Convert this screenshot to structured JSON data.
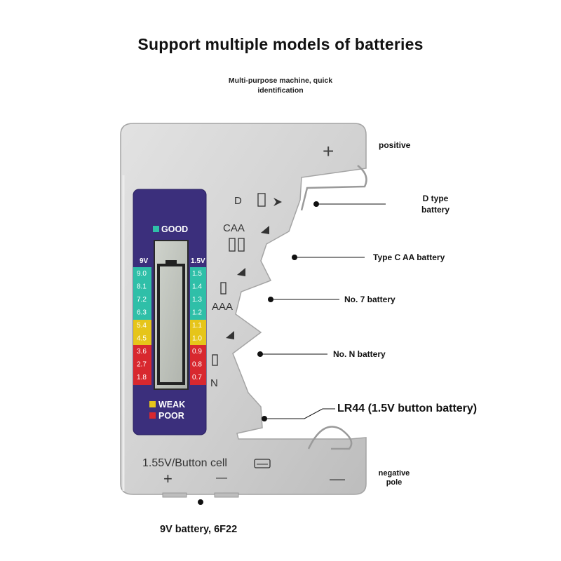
{
  "header": {
    "title": "Support multiple models of batteries",
    "subtitle_line1": "Multi-purpose machine, quick",
    "subtitle_line2": "identification"
  },
  "callouts": {
    "positive": "positive",
    "d_type_1": "D type",
    "d_type_2": "battery",
    "type_c_aa": "Type C AA battery",
    "no7": "No. 7 battery",
    "non": "No. N battery",
    "lr44": "LR44 (1.5V button battery)",
    "negative_1": "negative",
    "negative_2": "pole",
    "nine_v": "9V battery, 6F22"
  },
  "device": {
    "slot_labels": {
      "d": "D",
      "caa": "CAA",
      "aaa": "AAA",
      "n": "N"
    },
    "bottom_label": "1.55V/Button cell",
    "plus": "+",
    "minus": "—",
    "top_plus": "+",
    "right_minus": "—"
  },
  "display": {
    "good": "GOOD",
    "weak": "WEAK",
    "poor": "POOR",
    "left_header": "9V",
    "right_header": "1.5V",
    "left_values": [
      "9.0",
      "8.1",
      "7.2",
      "6.3",
      "5.4",
      "4.5",
      "3.6",
      "2.7",
      "1.8"
    ],
    "right_values": [
      "1.5",
      "1.4",
      "1.3",
      "1.2",
      "1.1",
      "1.0",
      "0.9",
      "0.8",
      "0.7"
    ],
    "colors": {
      "good": "#2fbfa8",
      "weak": "#e6c51a",
      "poor": "#d8282f",
      "panel": "#3b2f7c"
    }
  }
}
